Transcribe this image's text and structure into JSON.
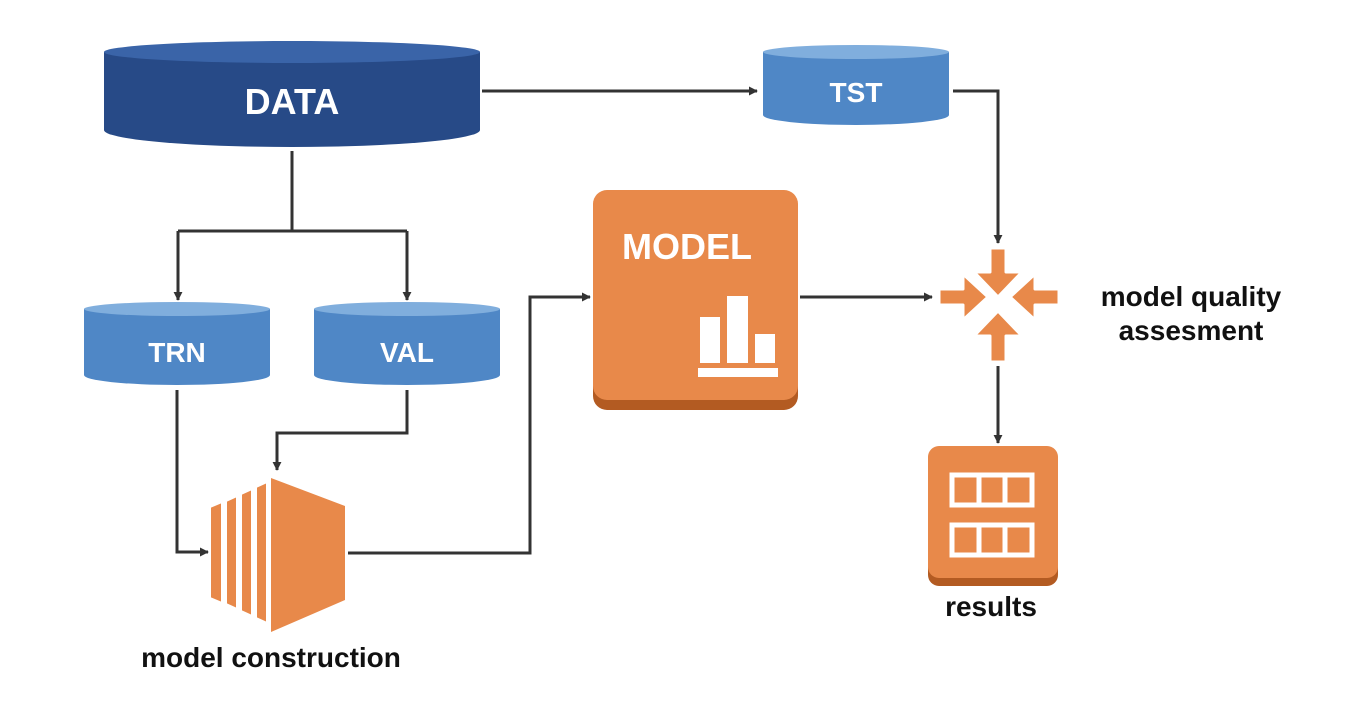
{
  "colors": {
    "data_db_fill": "#274A87",
    "data_db_top": "#3A64A8",
    "db_fill": "#4F87C6",
    "db_top": "#80AEDD",
    "orange": "#E8894A",
    "orange_dark": "#B35B22",
    "arrow": "#333333",
    "label_dark": "#111111",
    "label_light": "#ffffff"
  },
  "nodes": {
    "data": {
      "label": "DATA",
      "icon": "database-icon"
    },
    "tst": {
      "label": "TST",
      "icon": "database-icon"
    },
    "trn": {
      "label": "TRN",
      "icon": "database-icon"
    },
    "val": {
      "label": "VAL",
      "icon": "database-icon"
    },
    "model": {
      "label": "MODEL",
      "icon": "bar-chart-icon"
    },
    "construction": {
      "label": "model construction",
      "icon": "server-stack-icon"
    },
    "quality": {
      "label_line1": "model quality",
      "label_line2": "assesment",
      "icon": "converge-arrows-icon"
    },
    "results": {
      "label": "results",
      "icon": "grid-table-icon"
    }
  }
}
